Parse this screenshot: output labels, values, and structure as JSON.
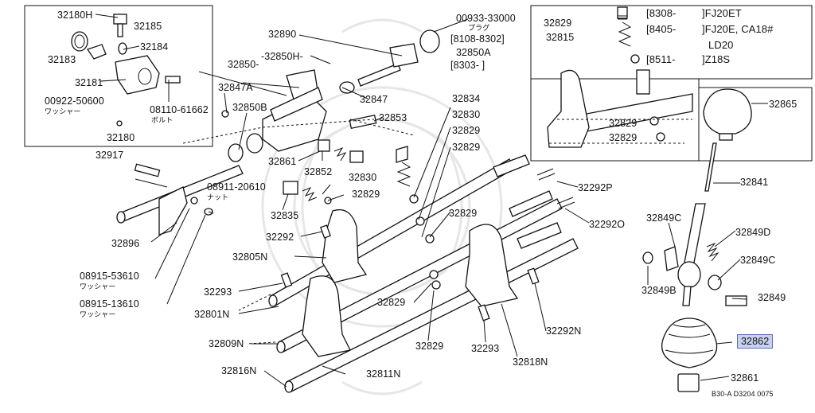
{
  "diagram": {
    "inset_topleft": {
      "labels": [
        "32180H",
        "32185",
        "32184",
        "32183",
        "32181",
        "00922-50600",
        "ワッシャー",
        "08110-61662",
        "ボルト",
        "32180"
      ]
    },
    "inset_topright": {
      "labels": [
        "32829",
        "32815",
        "[8308-",
        "]FJ20ET",
        "[8405-",
        "]FJ20E, CA18#",
        "LD20",
        "[8511-",
        "]Z18S",
        "32829",
        "32829"
      ]
    },
    "inset_knob": {
      "labels": [
        "32865"
      ]
    },
    "main_labels": {
      "l32890": "32890",
      "l00933": "00933-33000",
      "l_plug": "プラグ",
      "l8108": "[8108-8302]",
      "l32850A": "32850A",
      "l8303": "[8303-     ]",
      "l32850": "32850-",
      "l32850H": "-32850H-",
      "l32847A": "32847A",
      "l32850B": "32850B",
      "l32847": "32847",
      "l32853": "32853",
      "l32834": "32834",
      "l32830a": "32830",
      "l32829a": "32829",
      "l32829b": "32829",
      "l32917": "32917",
      "l32861a": "32861",
      "l32852": "32852",
      "l32830b": "32830",
      "l08911": "08911-20610",
      "l_nut": "ナット",
      "l32829c": "32829",
      "l32835": "32835",
      "l32292P": "32292P",
      "l32841": "32841",
      "l32829d": "32829",
      "l32292O": "32292O",
      "l32849C_a": "32849C",
      "l32849D": "32849D",
      "l32896": "32896",
      "l32292": "32292",
      "l32805N": "32805N",
      "l32849C_b": "32849C",
      "l08915a": "08915-53610",
      "l_washer_a": "ワッシャー",
      "l32849B": "32849B",
      "l32849": "32849",
      "l32293a": "32293",
      "l08915b": "08915-13610",
      "l_washer_b": "ワッシャー",
      "l32801N": "32801N",
      "l32829e": "32829",
      "l32292N": "32292N",
      "l32862": "32862",
      "l32809N": "32809N",
      "l32829f": "32829",
      "l32293b": "32293",
      "l32818N": "32818N",
      "l32816N": "32816N",
      "l32811N": "32811N",
      "l32861b": "32861",
      "l_footer": "B30-A D3204 0075"
    }
  }
}
